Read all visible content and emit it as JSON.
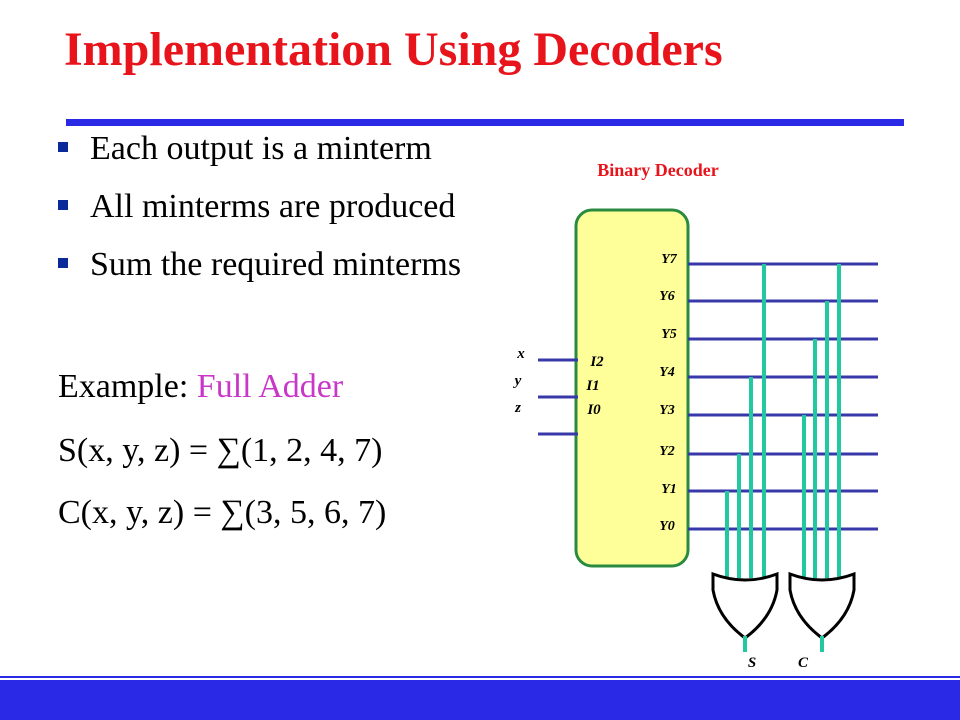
{
  "slide": {
    "title": "Implementation Using Decoders",
    "bullets": [
      "Each output is a minterm",
      "All minterms are produced",
      "Sum the required minterms"
    ],
    "example_prefix": "Example: ",
    "example_highlight": "Full Adder",
    "equations": [
      "S(x, y, z) = ∑(1, 2, 4, 7)",
      "C(x, y, z) = ∑(3, 5, 6, 7)"
    ]
  },
  "diagram": {
    "title": "Binary Decoder",
    "inputs": [
      "x",
      "y",
      "z"
    ],
    "input_pins": [
      "I2",
      "I1",
      "I0"
    ],
    "output_pins": [
      "Y7",
      "Y6",
      "Y5",
      "Y4",
      "Y3",
      "Y2",
      "Y1",
      "Y0"
    ],
    "gate_labels": [
      "S",
      "C"
    ],
    "colors": {
      "decoder_fill": "#ffff99",
      "decoder_border": "#2a8a40",
      "output_wire": "#3838a8",
      "tap_wire": "#22c9a0",
      "title_red": "#e8141c"
    }
  }
}
